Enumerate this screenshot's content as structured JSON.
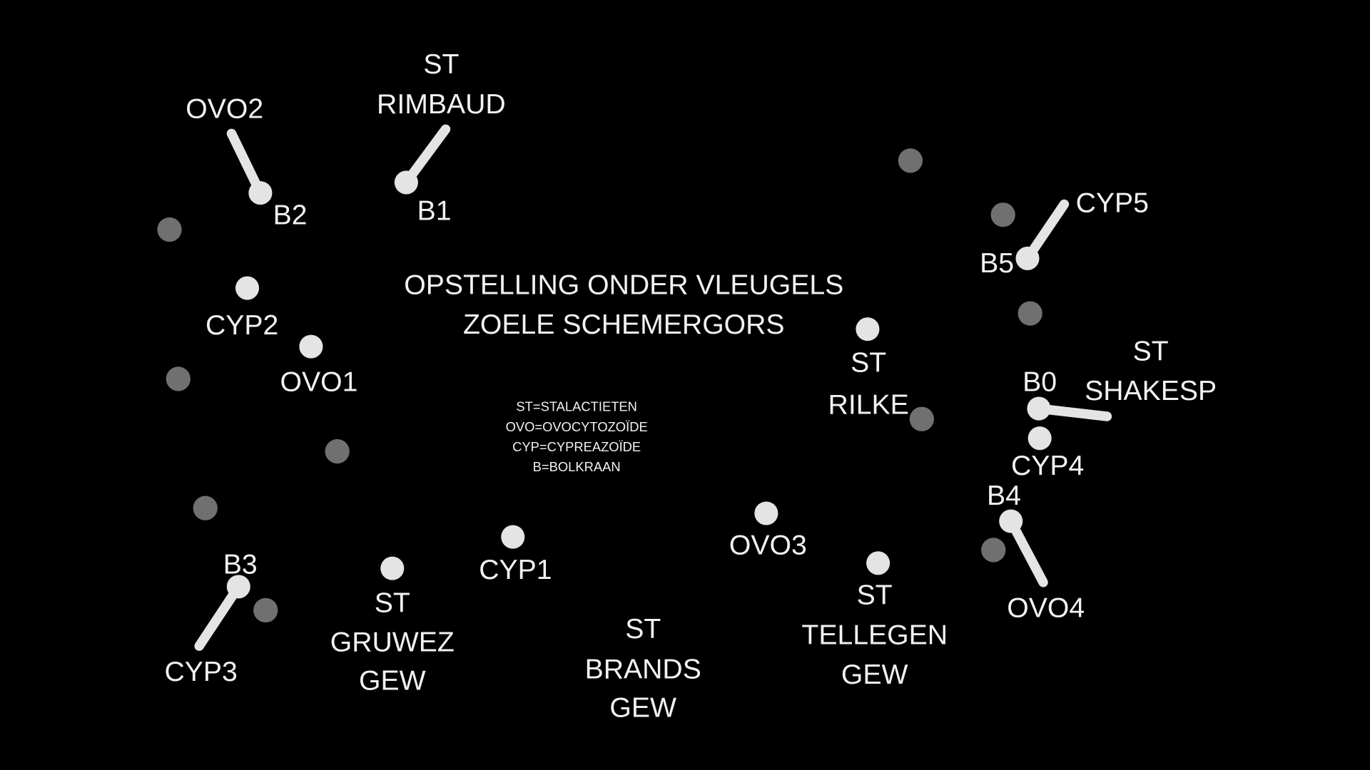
{
  "title": {
    "line1": "OPSTELLING ONDER VLEUGELS",
    "line2": "ZOELE SCHEMERGORS"
  },
  "legend": [
    "ST=STALACTIETEN",
    "OVO=OVOCYTOZOÏDE",
    "CYP=CYPREAZOÏDE",
    "B=BOLKRAAN"
  ],
  "stalactieten": {
    "rimbaud": [
      "ST",
      "RIMBAUD"
    ],
    "rilke": [
      "ST",
      "RILKE"
    ],
    "shakesp": [
      "ST",
      "SHAKESP"
    ],
    "gruwez": [
      "ST",
      "GRUWEZ",
      "GEW"
    ],
    "brands": [
      "ST",
      "BRANDS",
      "GEW"
    ],
    "tellegen": [
      "ST",
      "TELLEGEN",
      "GEW"
    ]
  },
  "ovocytozoiden": {
    "ovo1": "OVO1",
    "ovo2": "OVO2",
    "ovo3": "OVO3",
    "ovo4": "OVO4"
  },
  "cypreazoiden": {
    "cyp1": "CYP1",
    "cyp2": "CYP2",
    "cyp3": "CYP3",
    "cyp4": "CYP4",
    "cyp5": "CYP5"
  },
  "bolkranen": {
    "b0": "B0",
    "b1": "B1",
    "b2": "B2",
    "b3": "B3",
    "b4": "B4",
    "b5": "B5"
  },
  "colors": {
    "background": "#000000",
    "marker": "#e4e4e4",
    "unlabeled_marker": "#707070",
    "text": "#f2f2f2"
  }
}
